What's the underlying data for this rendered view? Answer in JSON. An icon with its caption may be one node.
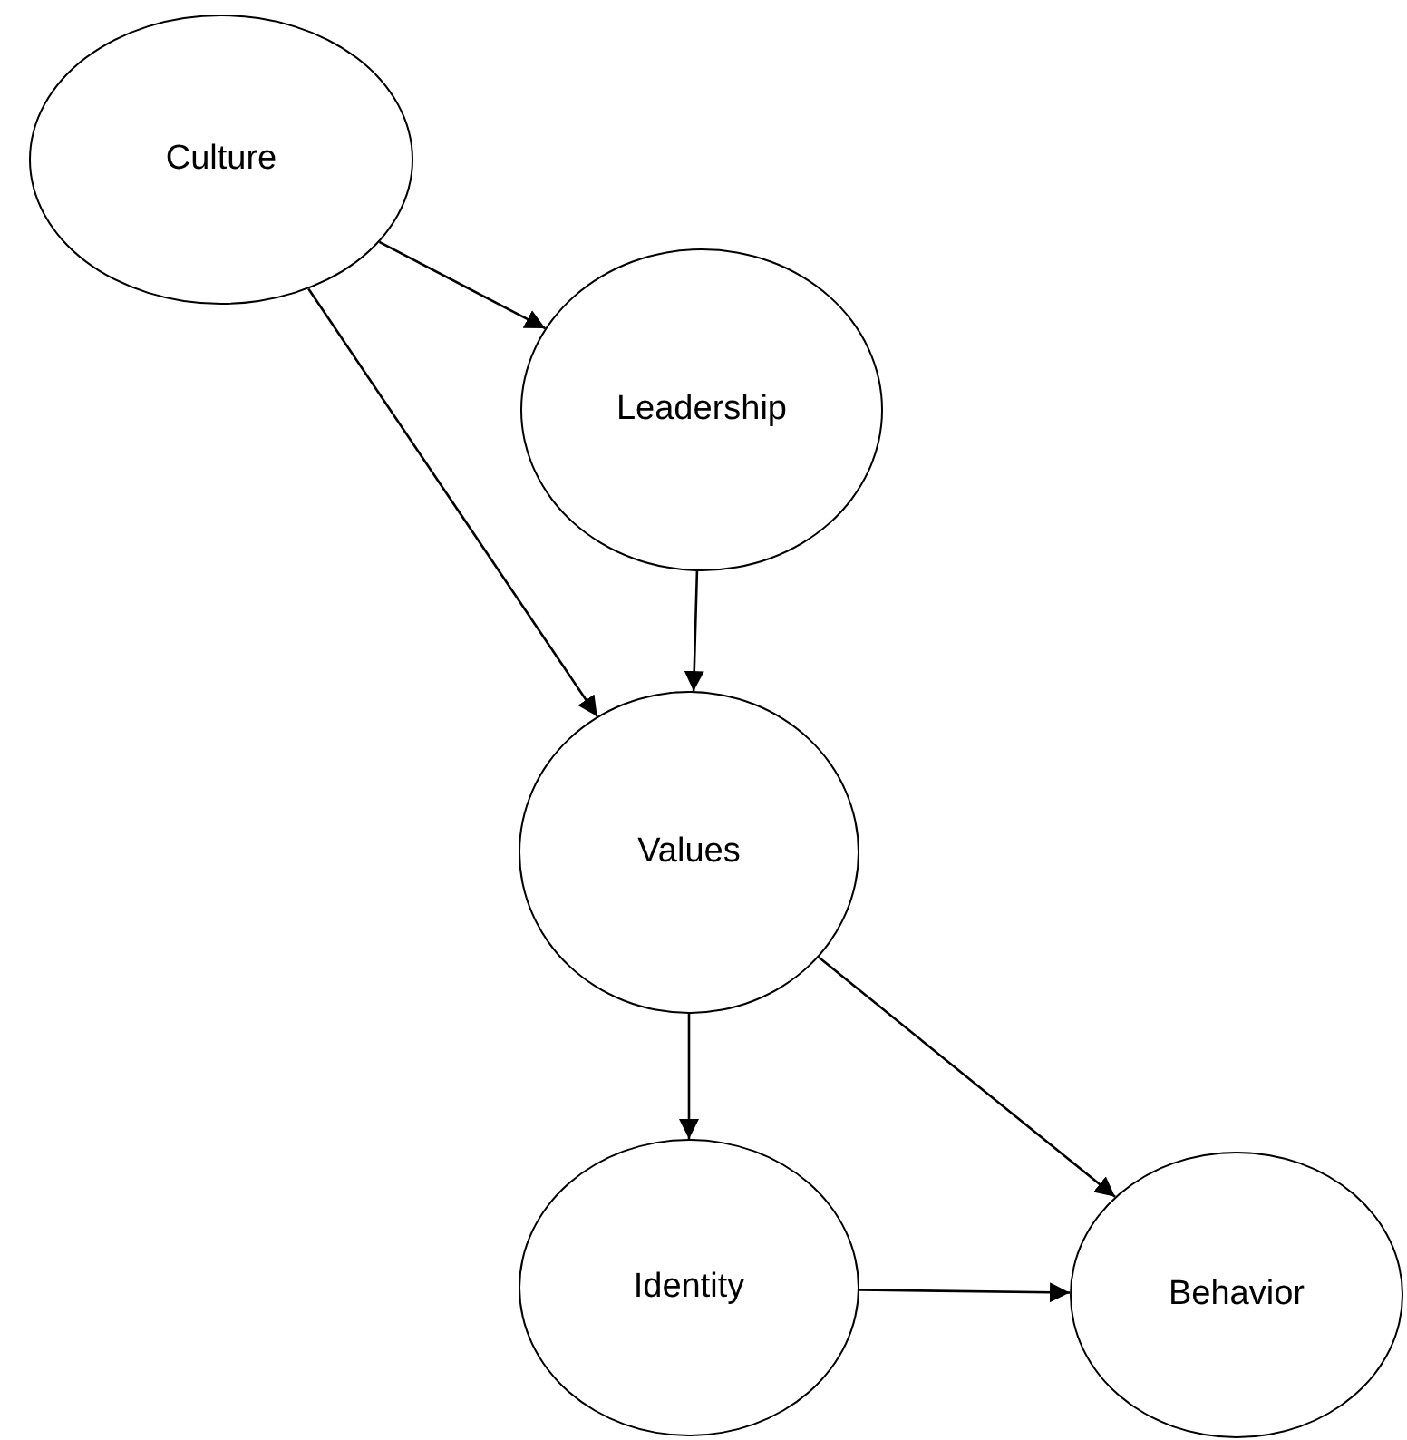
{
  "diagram": {
    "nodes": [
      {
        "text": [
          "Culture"
        ]
      },
      {
        "text": [
          "Leadership"
        ]
      },
      {
        "text": [
          "Values"
        ]
      },
      {
        "text": [
          "Identity"
        ]
      },
      {
        "text": [
          "Behavior"
        ]
      }
    ],
    "edges": [
      {
        "from": 0,
        "to": 1,
        "arrow": "to"
      },
      {
        "from": 0,
        "to": 2,
        "arrow": "to"
      },
      {
        "from": 1,
        "to": 2,
        "arrow": "to"
      },
      {
        "from": 2,
        "to": 3,
        "arrow": "to"
      },
      {
        "from": 2,
        "to": 4,
        "arrow": "to"
      },
      {
        "from": 3,
        "to": 4,
        "arrow": "to"
      }
    ]
  }
}
